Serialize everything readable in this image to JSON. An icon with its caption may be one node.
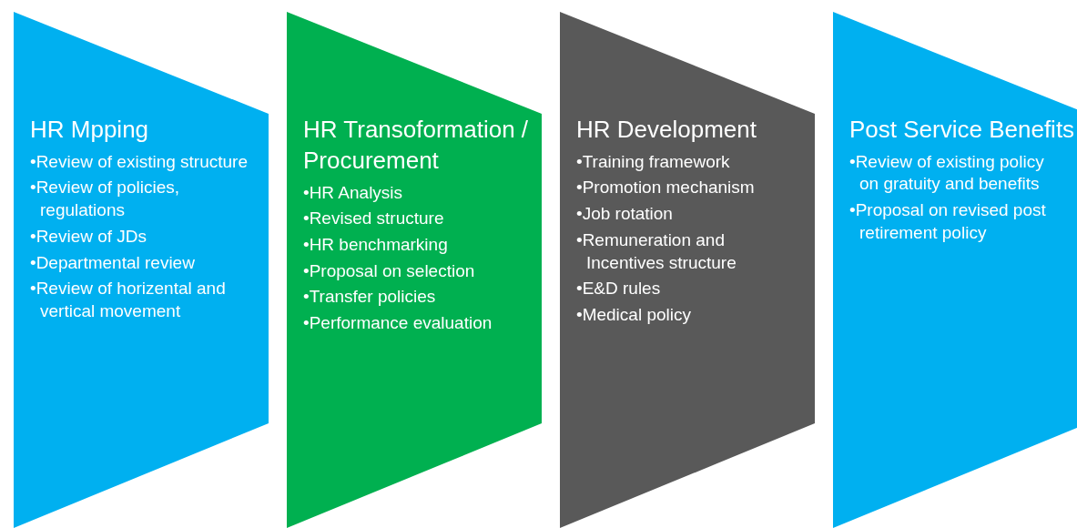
{
  "diagram": {
    "nodes": [
      {
        "text": [
          "HR Mpping",
          "•Review of existing structure",
          "•Review of policies, regulations",
          "•Review of JDs",
          "•Departmental review",
          "•Review of horizental and vertical movement"
        ]
      },
      {
        "text": [
          "HR Transoformation / Procurement",
          "•HR Analysis",
          "•Revised structure",
          "•HR benchmarking",
          "•Proposal on selection",
          "•Transfer policies",
          "•Performance evaluation"
        ]
      },
      {
        "text": [
          "HR Development",
          "•Training framework",
          "•Promotion mechanism",
          "•Job rotation",
          "•Remuneration and Incentives structure",
          "•E&D rules",
          "•Medical policy"
        ]
      },
      {
        "text": [
          "Post Service Benefits",
          "•Review of existing policy on gratuity and benefits",
          "•Proposal on revised post retirement policy"
        ]
      }
    ]
  }
}
